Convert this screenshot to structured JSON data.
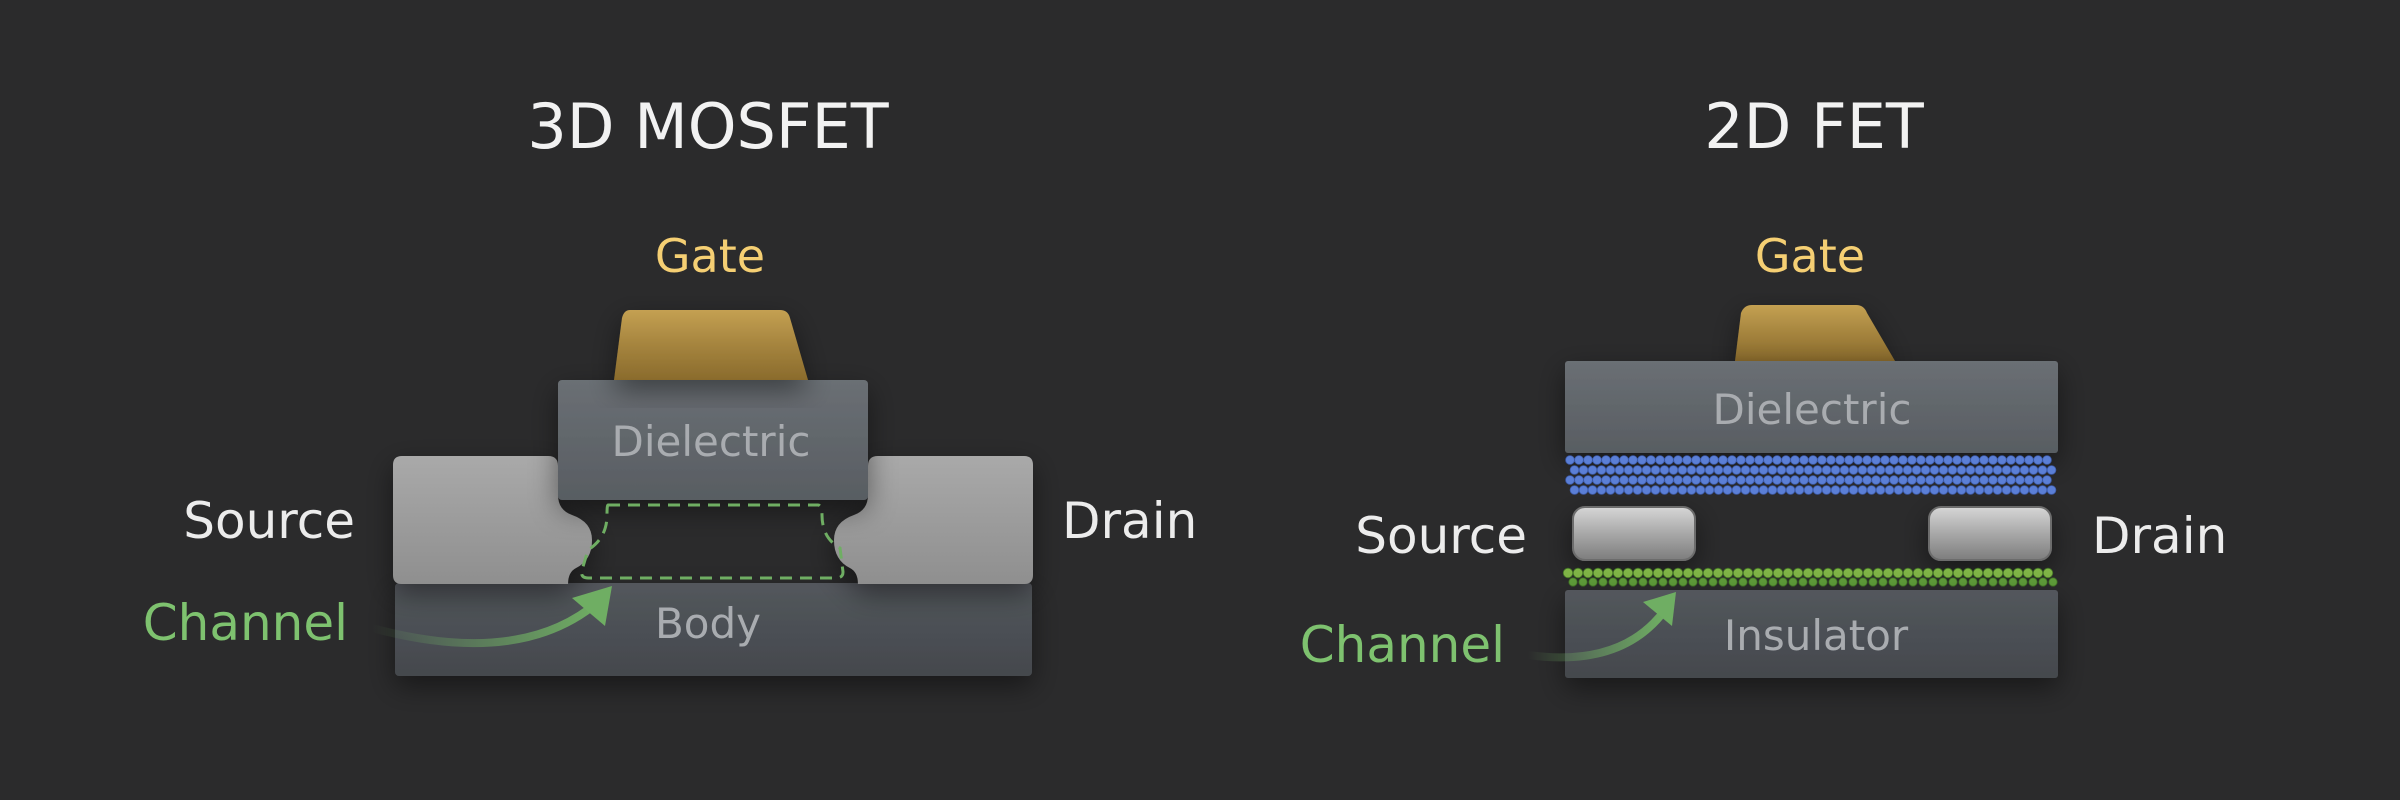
{
  "colors": {
    "background": "#2b2b2c",
    "title": "#f2f2f2",
    "gate_label": "#f5cf73",
    "channel_label": "#7ec26f",
    "terminal_label": "#ececec",
    "layer_label": "#a9acb0",
    "gate_metal": "#a3823c",
    "dielectric": "#60656a",
    "electrode": "#9c9c9c",
    "body": "#4d5156",
    "hbn_atoms": "#5b7fd6",
    "channel_atoms": "#5f9e3a"
  },
  "mosfet_3d": {
    "title": "3D MOSFET",
    "gate_label": "Gate",
    "dielectric_label": "Dielectric",
    "source_label": "Source",
    "drain_label": "Drain",
    "channel_label": "Channel",
    "body_label": "Body"
  },
  "fet_2d": {
    "title": "2D FET",
    "gate_label": "Gate",
    "dielectric_label": "Dielectric",
    "source_label": "Source",
    "drain_label": "Drain",
    "channel_label": "Channel",
    "insulator_label": "Insulator"
  }
}
